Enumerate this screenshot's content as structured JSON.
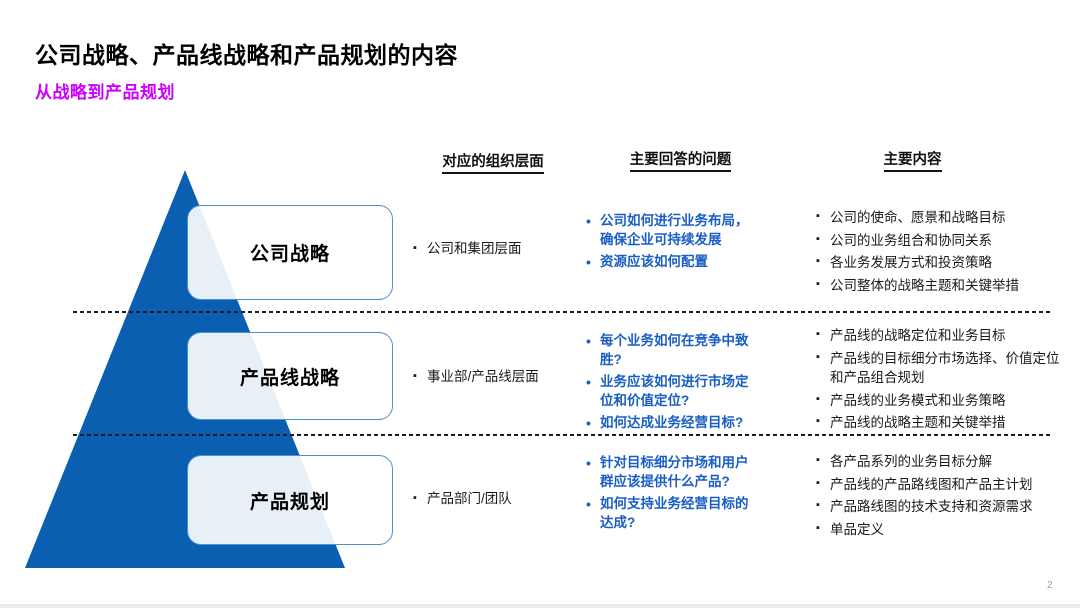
{
  "slide": {
    "title": "公司战略、产品线战略和产品规划的内容",
    "subtitle": "从战略到产品规划",
    "page_number": "2",
    "colors": {
      "pyramid_blue": "#0B5FB0",
      "question_text_blue": "#1A5EC4",
      "subtitle_magenta": "#CC00FF",
      "box_border_blue": "#4E8FD0"
    }
  },
  "icons": {
    "square_bullet": "▪",
    "dot_bullet": "•"
  },
  "columns": {
    "org": "对应的组织层面",
    "questions": "主要回答的问题",
    "contents": "主要内容"
  },
  "rows": [
    {
      "label": "公司战略",
      "org": "公司和集团层面",
      "questions": [
        "公司如何进行业务布局，确保企业可持续发展",
        "资源应该如何配置"
      ],
      "contents": [
        "公司的使命、愿景和战略目标",
        "公司的业务组合和协同关系",
        "各业务发展方式和投资策略",
        "公司整体的战略主题和关键举措"
      ]
    },
    {
      "label": "产品线战略",
      "org": "事业部/产品线层面",
      "questions": [
        "每个业务如何在竞争中致胜?",
        "业务应该如何进行市场定位和价值定位?",
        "如何达成业务经营目标?"
      ],
      "contents": [
        "产品线的战略定位和业务目标",
        "产品线的目标细分市场选择、价值定位和产品组合规划",
        "产品线的业务模式和业务策略",
        "产品线的战略主题和关键举措"
      ]
    },
    {
      "label": "产品规划",
      "org": "产品部门/团队",
      "questions": [
        "针对目标细分市场和用户群应该提供什么产品?",
        "如何支持业务经营目标的达成?"
      ],
      "contents": [
        "各产品系列的业务目标分解",
        "产品线的产品路线图和产品主计划",
        "产品路线图的技术支持和资源需求",
        "单品定义"
      ]
    }
  ]
}
